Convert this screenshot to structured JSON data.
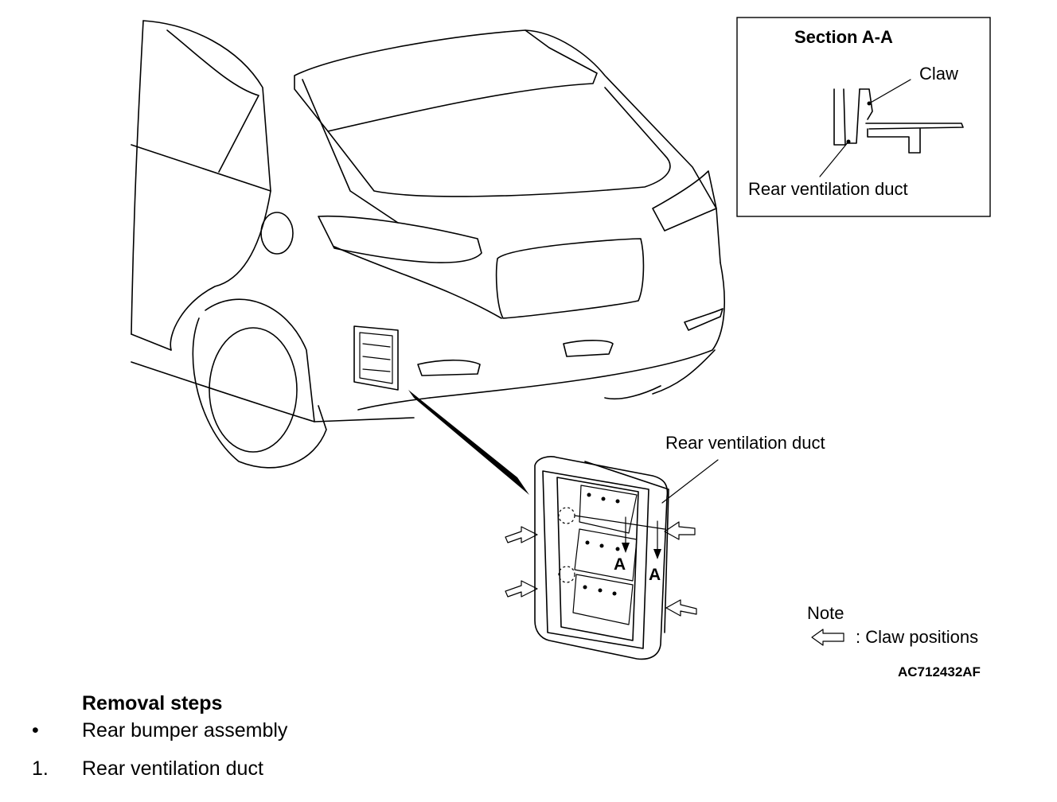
{
  "section_box": {
    "title": "Section A-A",
    "claw_label": "Claw",
    "duct_label": "Rear ventilation duct"
  },
  "callouts": {
    "duct_label": "Rear ventilation duct",
    "section_marker_left": "A",
    "section_marker_right": "A"
  },
  "note": {
    "title": "Note",
    "legend_text": ": Claw positions"
  },
  "figure_code": "AC712432AF",
  "removal_steps": {
    "title": "Removal steps",
    "items": [
      {
        "marker": "•",
        "text": "Rear bumper assembly"
      },
      {
        "marker": "1.",
        "text": "Rear ventilation duct"
      }
    ]
  }
}
